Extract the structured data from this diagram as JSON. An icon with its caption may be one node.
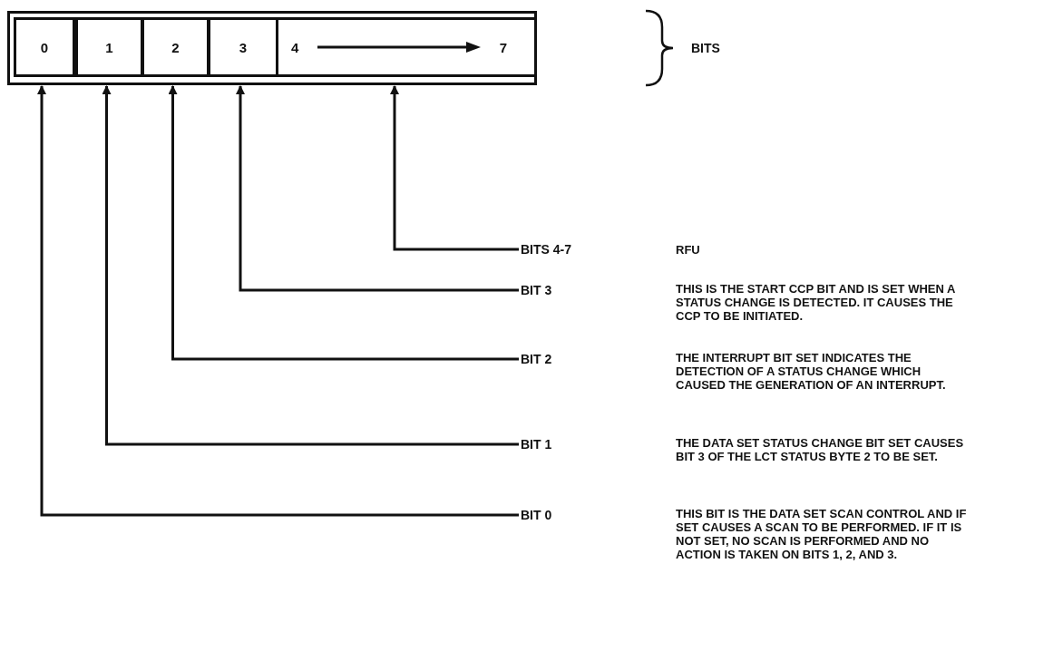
{
  "diagram": {
    "nodes": [
      {
        "text": [],
        "shape": "box"
      },
      {
        "text": [
          "0"
        ],
        "in": 0
      },
      {
        "text": [
          "1"
        ],
        "in": 0
      },
      {
        "text": [
          "2"
        ],
        "in": 0
      },
      {
        "text": [
          "3"
        ],
        "in": 0
      },
      {
        "text": [
          "4",
          "7"
        ],
        "in": 0
      },
      {
        "text": [
          "BITS 4-7"
        ]
      },
      {
        "text": [
          "BIT 3"
        ]
      },
      {
        "text": [
          "BIT 2"
        ]
      },
      {
        "text": [
          "BIT 1"
        ]
      },
      {
        "text": [
          "BIT 0"
        ]
      }
    ],
    "edges": [
      {
        "from": 6,
        "to": 5,
        "arrow": "to"
      },
      {
        "from": 7,
        "to": 4,
        "arrow": "to"
      },
      {
        "from": 8,
        "to": 3,
        "arrow": "to"
      },
      {
        "from": 9,
        "to": 2,
        "arrow": "to"
      },
      {
        "from": 10,
        "to": 1,
        "arrow": "to"
      }
    ],
    "labels": [
      "BITS",
      "RFU",
      "THIS IS THE START CCP BIT AND IS SET WHEN A STATUS CHANGE IS DETECTED. IT CAUSES THE CCP TO BE INITIATED.",
      "THE INTERRUPT BIT SET INDICATES THE DETECTION OF A STATUS CHANGE WHICH CAUSED THE GENERATION OF AN INTERRUPT.",
      "THE DATA SET STATUS CHANGE BIT SET CAUSES BIT 3 OF THE LCT STATUS BYTE 2 TO BE SET.",
      "THIS BIT IS THE DATA SET SCAN CONTROL AND IF SET CAUSES A SCAN TO BE PERFORMED. IF IT IS NOT SET, NO SCAN IS PERFORMED AND NO ACTION IS TAKEN ON BITS 1, 2, AND 3."
    ]
  }
}
